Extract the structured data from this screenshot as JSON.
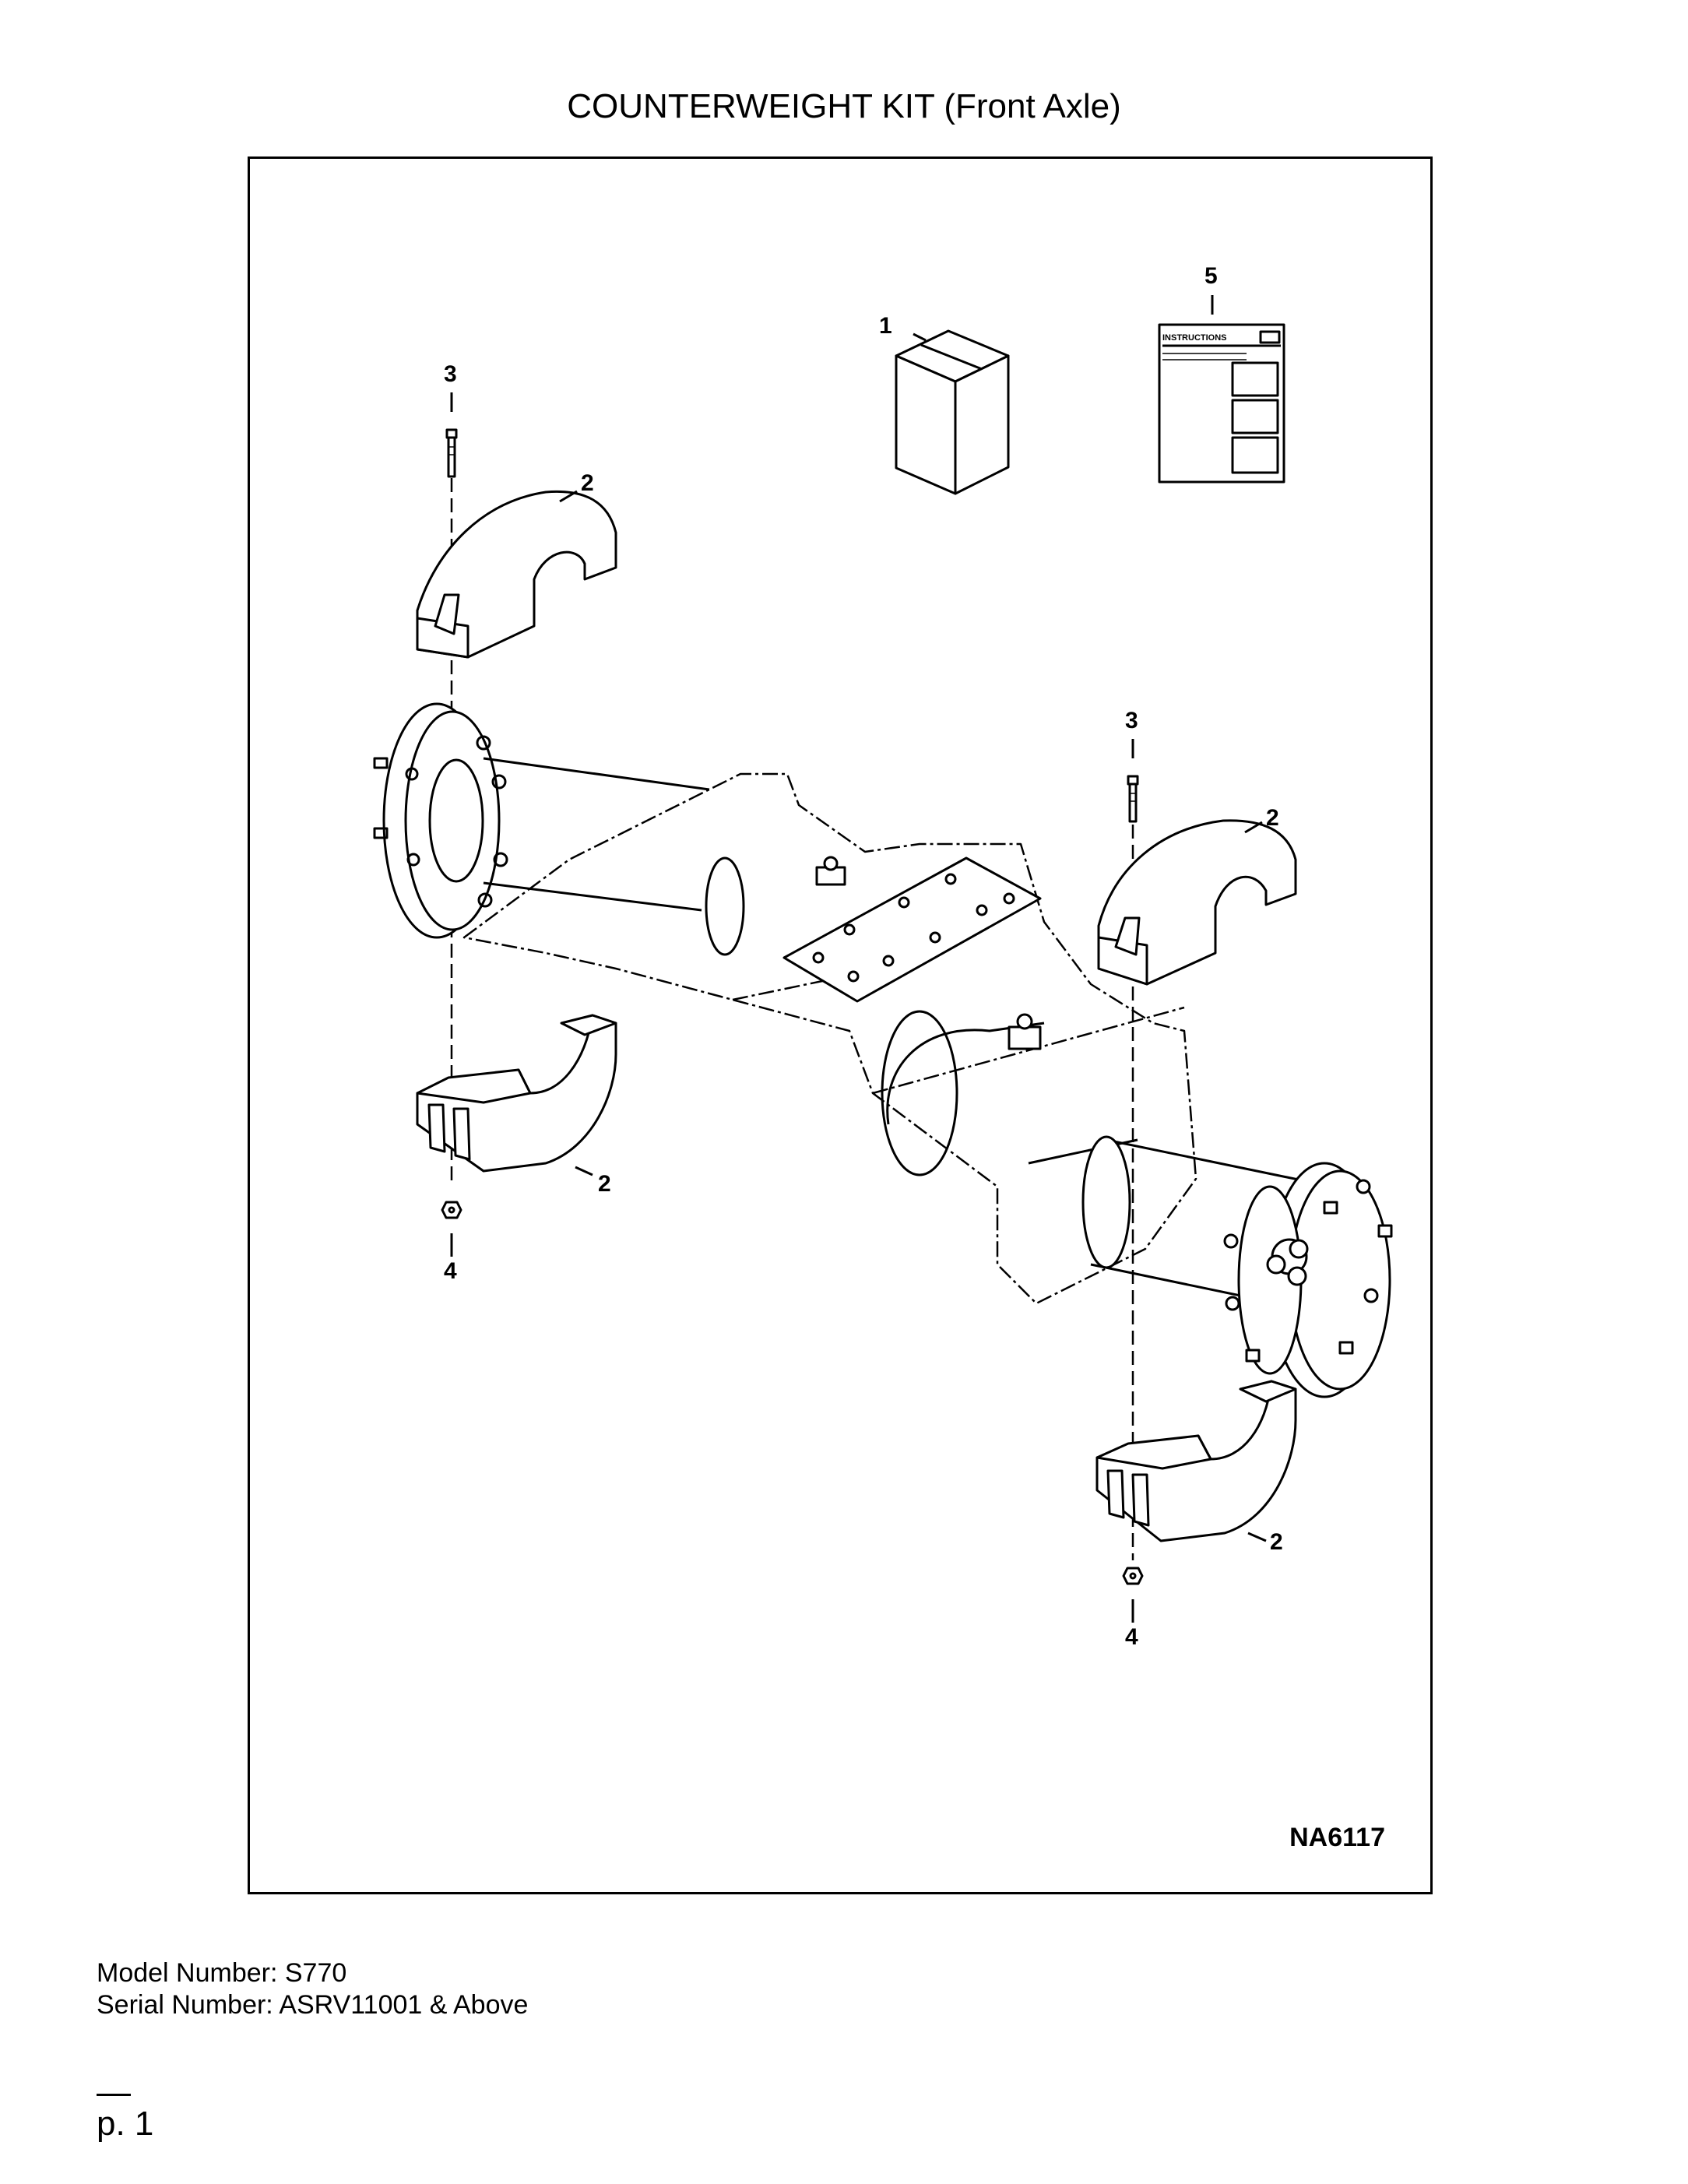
{
  "title": "COUNTERWEIGHT KIT (Front Axle)",
  "figure": {
    "id": "NA6117",
    "callouts": {
      "kit_box": "1",
      "weight_upper_left": "2",
      "weight_lower_left": "2",
      "weight_upper_right": "2",
      "weight_lower_right": "2",
      "bolt_left": "3",
      "bolt_right": "3",
      "nut_left": "4",
      "nut_right": "4",
      "instructions": "5"
    },
    "instructions_sheet_label": "INSTRUCTIONS"
  },
  "model_line": "Model Number: S770",
  "serial_line": "Serial Number: ASRV11001 & Above",
  "page_number": "p. 1"
}
